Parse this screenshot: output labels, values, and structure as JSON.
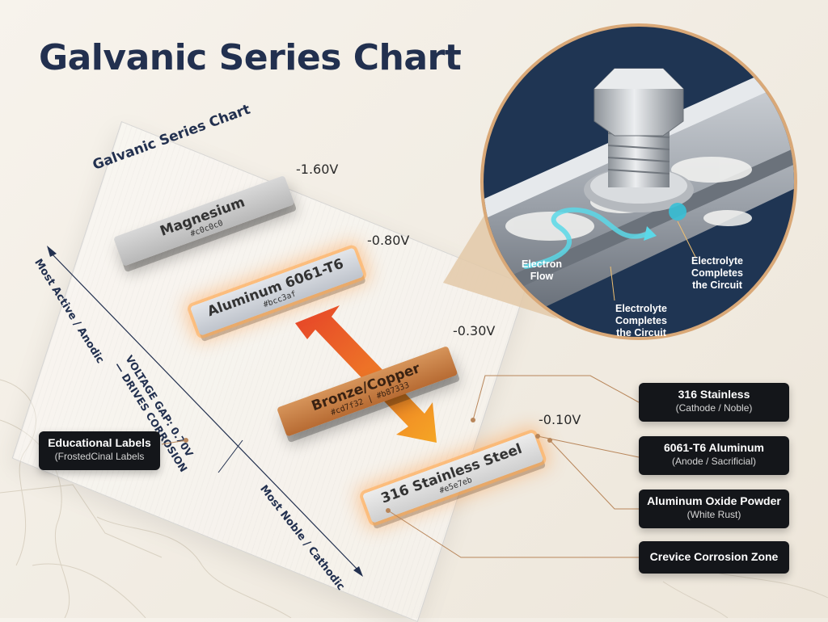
{
  "title": "Galvanic Series Chart",
  "panel_title": "Galvanic Series Chart",
  "axis": {
    "anodic_label": "Most Active / Anodic",
    "cathodic_label": "Most Noble / Cathodic",
    "gap_line1": "VOLTAGE GAP: 0.70V",
    "gap_line2": "— DRIVES CORROSION"
  },
  "metals": [
    {
      "name": "Magnesium",
      "hex": "#c0c0c0",
      "voltage": "-1.60V"
    },
    {
      "name": "Aluminum 6061-T6",
      "hex": "#bcc3af",
      "voltage": "-0.80V"
    },
    {
      "name": "Bronze/Copper",
      "hex": "#cd7f32 | #b87333",
      "voltage": "-0.30V"
    },
    {
      "name": "316 Stainless Steel",
      "hex": "#e5e7eb",
      "voltage": "-0.10V"
    }
  ],
  "inset": {
    "electron_flow": "Electron\nFlow",
    "electrolyte_left": "Electrolyte\nCompletes\nthe Circuit",
    "electrolyte_right": "Electrolyte\nCompletes\nthe Circuit"
  },
  "legend_left": {
    "line1": "Educational Labels",
    "line2": "(FrostedCinal Labels"
  },
  "callouts": [
    {
      "line1": "316 Stainless",
      "line2": "(Cathode / Noble)"
    },
    {
      "line1": "6061-T6 Aluminum",
      "line2": "(Anode / Sacrificial)"
    },
    {
      "line1": "Aluminum Oxide Powder",
      "line2": "(White Rust)"
    },
    {
      "line1": "Crevice Corrosion Zone",
      "line2": ""
    }
  ],
  "colors": {
    "title": "#22304f",
    "label_bg": "#14161a",
    "arrow_red": "#e5391f",
    "arrow_orange": "#f5a21a",
    "callout_line": "#b8865a",
    "electron_flow": "#5ad8e8"
  }
}
